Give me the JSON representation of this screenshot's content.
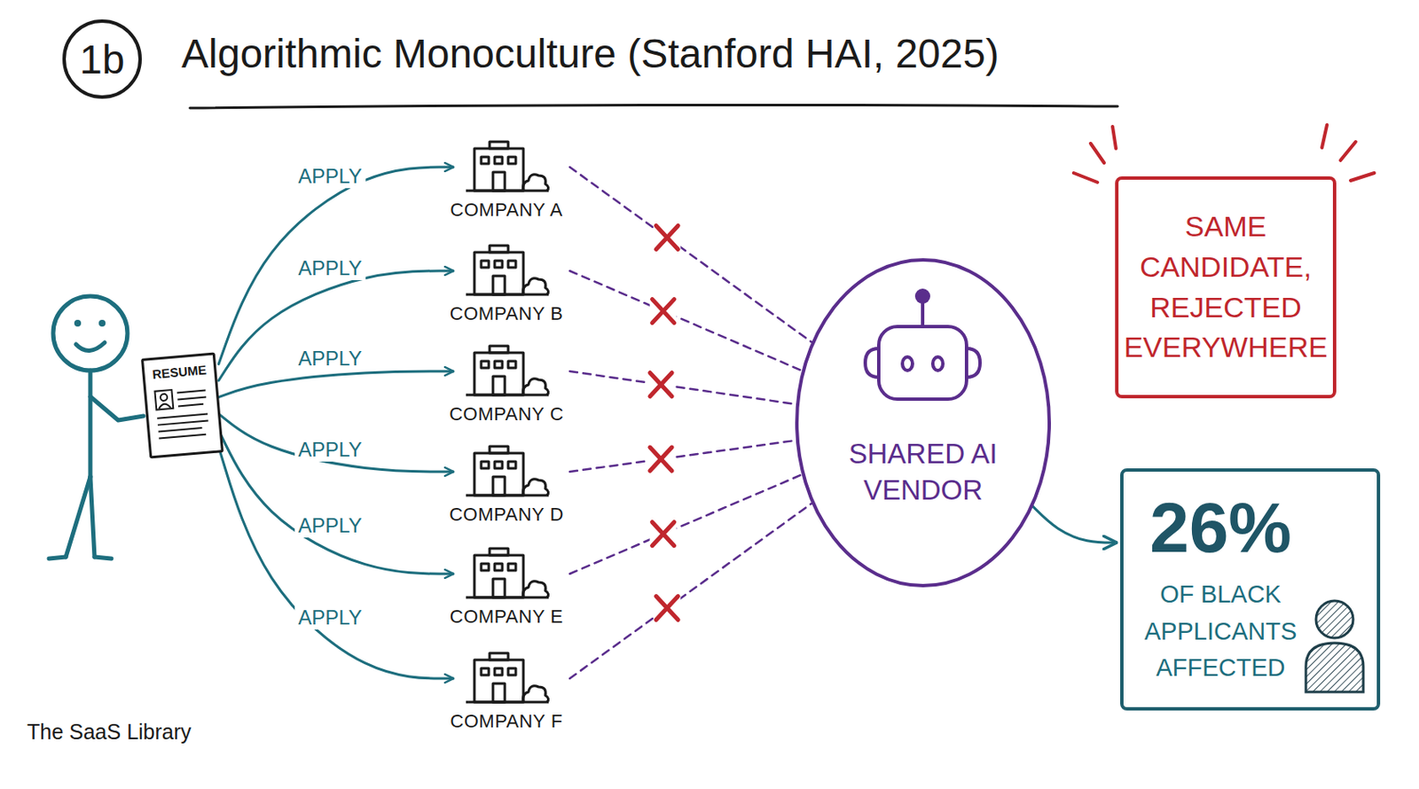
{
  "diagram": {
    "title": "Algorithmic Monoculture (Stanford HAI, 2025)",
    "nodes": [
      {
        "text": [
          "RESUME"
        ]
      },
      {
        "text": [
          "COMPANY A"
        ]
      },
      {
        "text": [
          "COMPANY B"
        ]
      },
      {
        "text": [
          "COMPANY C"
        ]
      },
      {
        "text": [
          "COMPANY D"
        ]
      },
      {
        "text": [
          "COMPANY E"
        ]
      },
      {
        "text": [
          "COMPANY F"
        ]
      },
      {
        "text": [
          "SHARED AI VENDOR"
        ]
      },
      {
        "text": [
          "SAME CANDIDATE, REJECTED EVERYWHERE"
        ]
      },
      {
        "text": [
          "26%",
          "OF BLACK APPLICANTS AFFECTED"
        ]
      }
    ],
    "edges": [
      {
        "from": 0,
        "to": 1,
        "label": "APPLY",
        "arrow": "to"
      },
      {
        "from": 0,
        "to": 2,
        "label": "APPLY",
        "arrow": "to"
      },
      {
        "from": 0,
        "to": 3,
        "label": "APPLY",
        "arrow": "to"
      },
      {
        "from": 0,
        "to": 4,
        "label": "APPLY",
        "arrow": "to"
      },
      {
        "from": 0,
        "to": 5,
        "label": "APPLY",
        "arrow": "to"
      },
      {
        "from": 0,
        "to": 6,
        "label": "APPLY",
        "arrow": "to"
      },
      {
        "from": 1,
        "to": 7,
        "arrow": "none"
      },
      {
        "from": 2,
        "to": 7,
        "arrow": "none"
      },
      {
        "from": 3,
        "to": 7,
        "arrow": "none"
      },
      {
        "from": 4,
        "to": 7,
        "arrow": "none"
      },
      {
        "from": 5,
        "to": 7,
        "arrow": "none"
      },
      {
        "from": 6,
        "to": 7,
        "arrow": "none"
      },
      {
        "from": 7,
        "to": 9,
        "arrow": "to"
      }
    ],
    "labels": [
      "1b",
      "The SaaS Library"
    ]
  }
}
